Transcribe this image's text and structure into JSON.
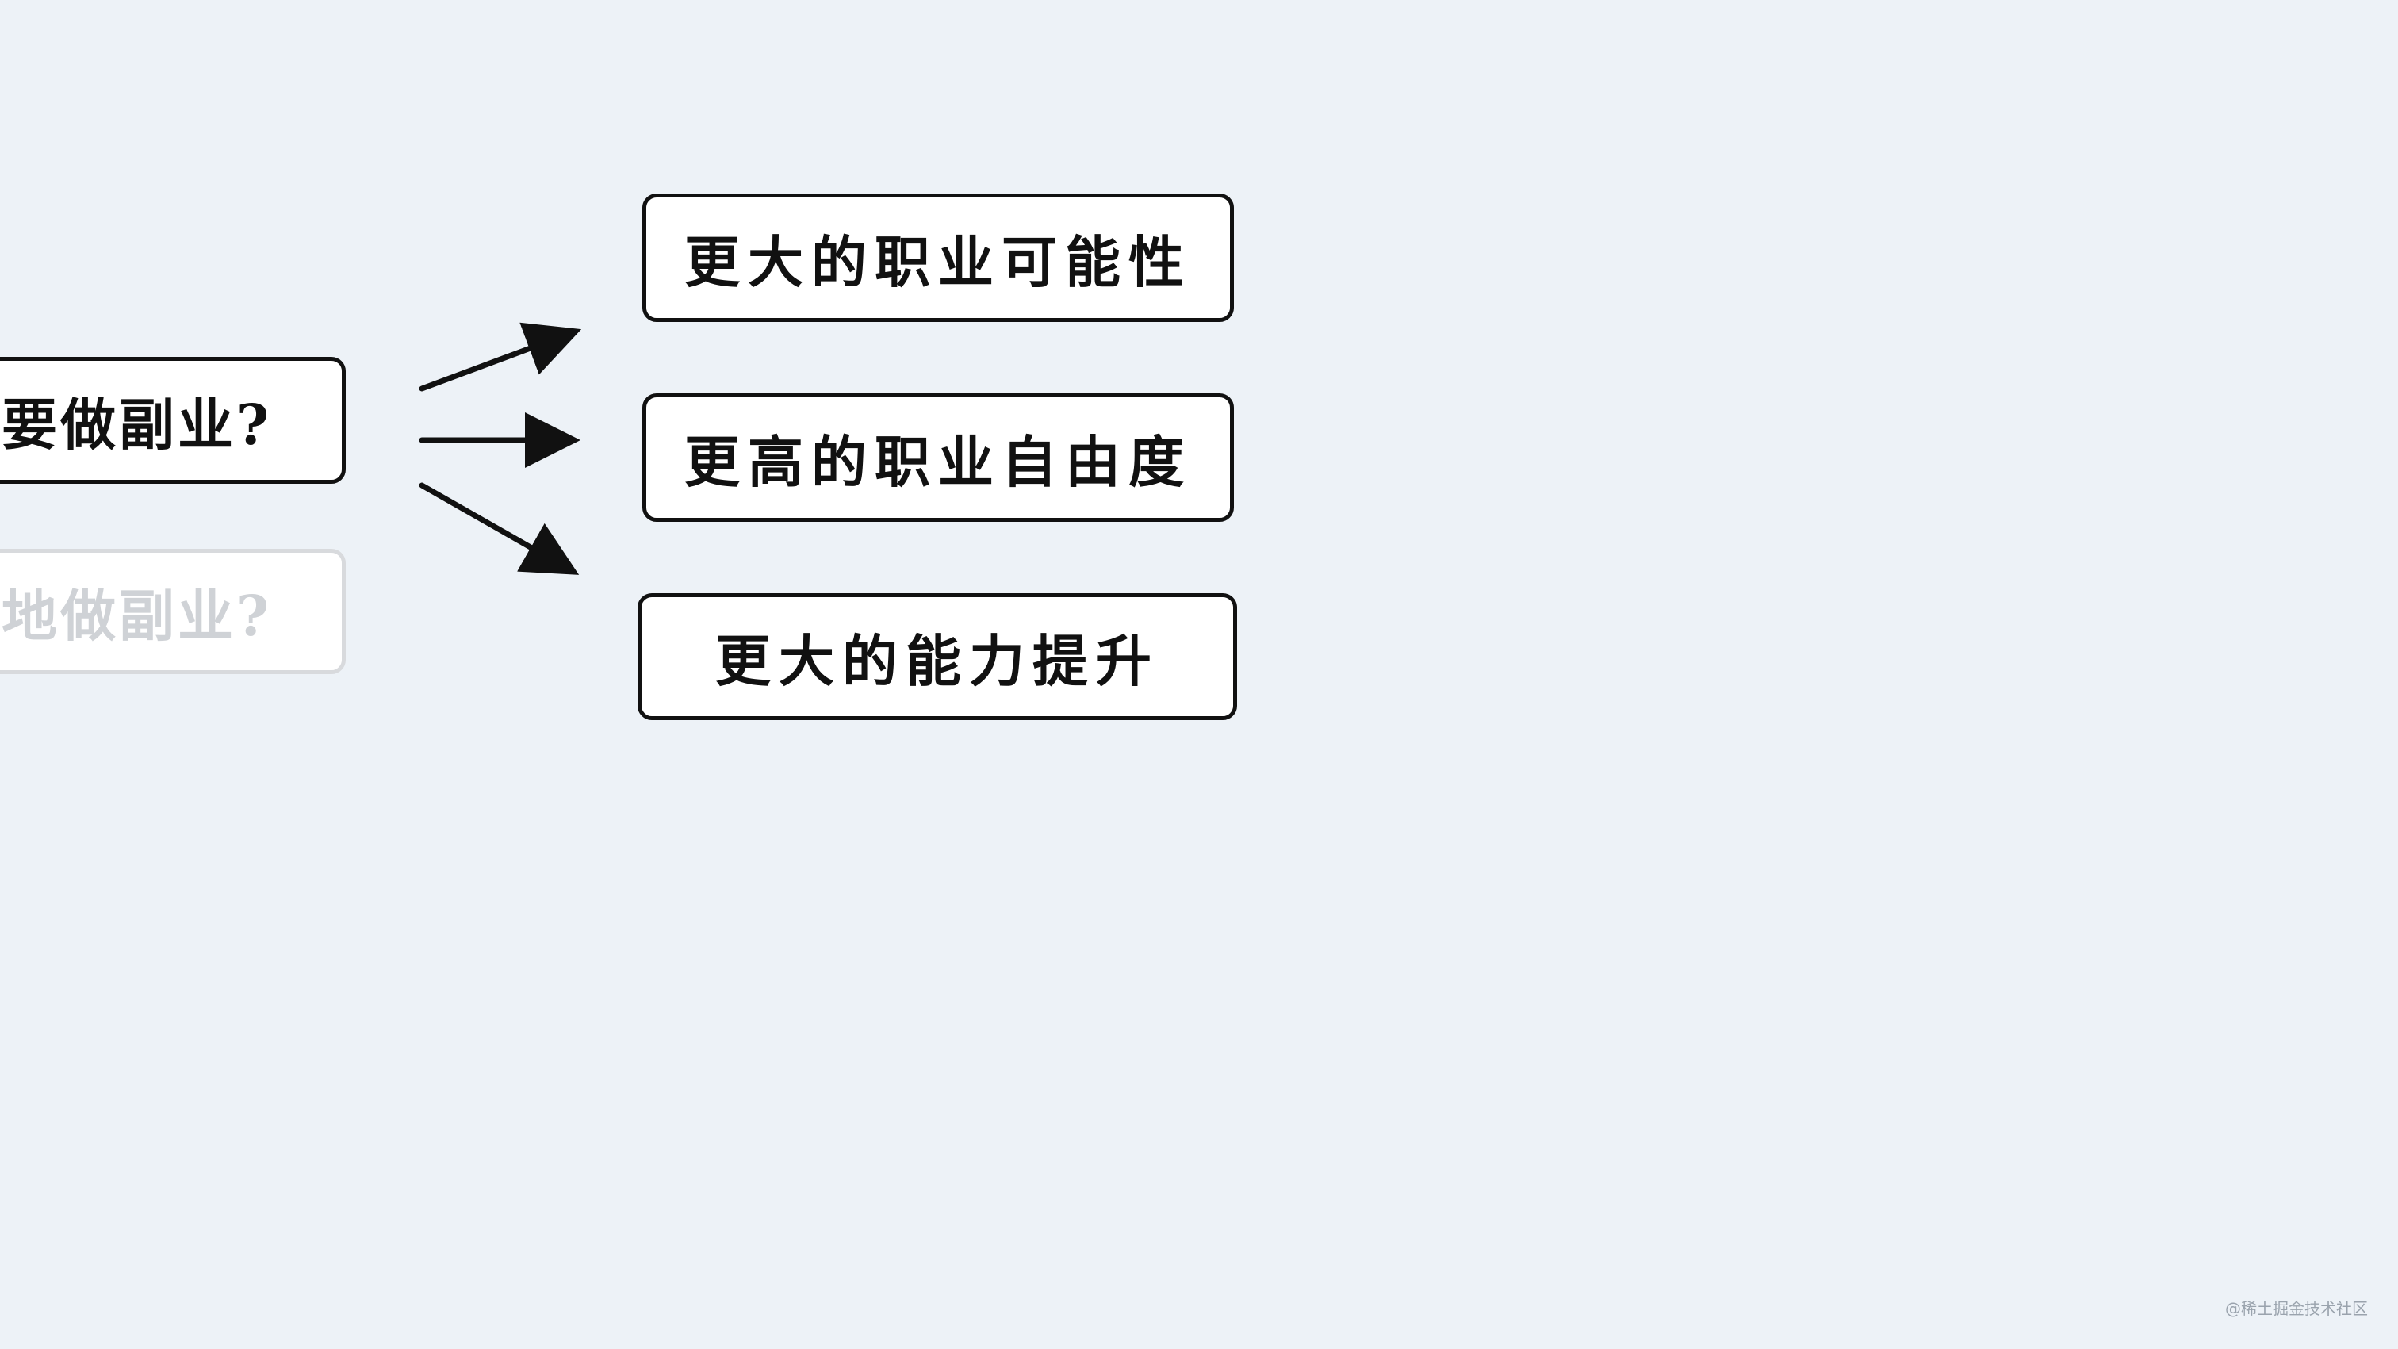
{
  "left_column": {
    "question_1": "要做副业?",
    "question_2": "准地做副业?"
  },
  "right_column": {
    "reasons": [
      "更大的职业可能性",
      "更高的职业自由度",
      "更大的能力提升"
    ]
  },
  "colors": {
    "background": "#edf2f7",
    "box_border": "#111111",
    "box_fill": "#ffffff",
    "faded": "#cfd2d6",
    "arrow": "#111111"
  },
  "watermark": "@稀土掘金技术社区"
}
